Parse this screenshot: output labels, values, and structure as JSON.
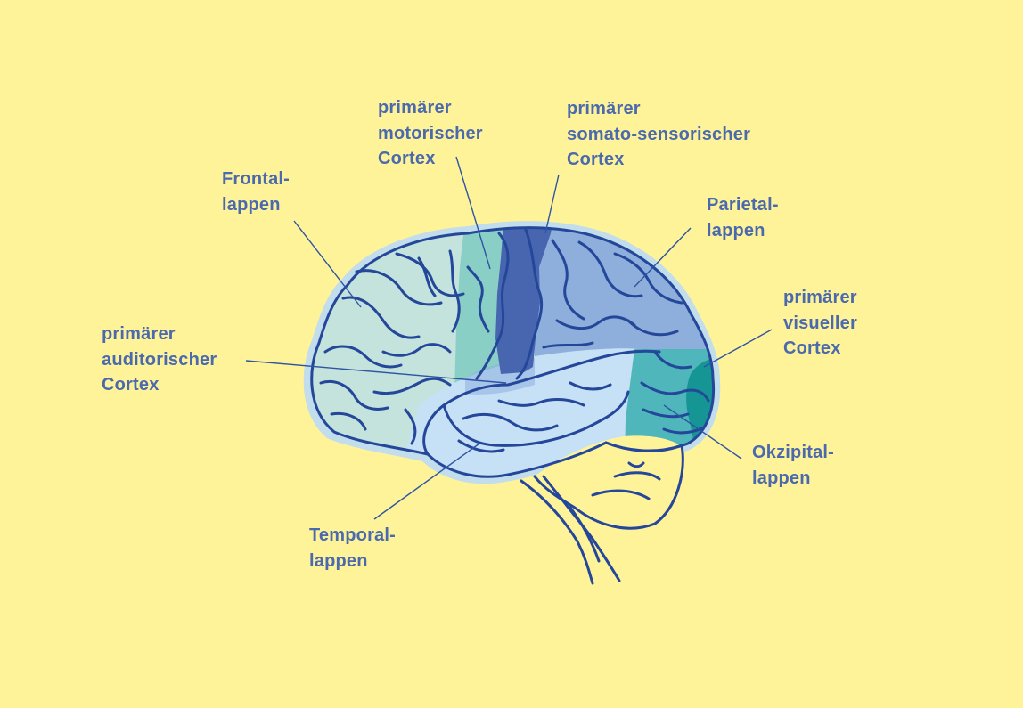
{
  "colors": {
    "background": "#FFF39A",
    "label_text": "#4A6AAD",
    "outline": "#24479A",
    "leader_line": "#2E55A3",
    "halo": "#C2DDEB",
    "frontal": "#C4E3DD",
    "motor": "#8ACFC6",
    "somatosensory": "#4866B0",
    "parietal": "#8EAEDC",
    "temporal": "#C6E0F5",
    "occipital": "#4FB7BC",
    "visual": "#169595",
    "brainstem": "#FFF39A"
  },
  "labels": {
    "motor": {
      "lines": [
        "primärer",
        "motorischer",
        "Cortex"
      ]
    },
    "somatosensory": {
      "lines": [
        "primärer",
        "somato-sensorischer",
        "Cortex"
      ]
    },
    "frontal": {
      "lines": [
        "Frontal-",
        "lappen"
      ]
    },
    "parietal": {
      "lines": [
        "Parietal-",
        "lappen"
      ]
    },
    "visual": {
      "lines": [
        "primärer",
        "visueller",
        "Cortex"
      ]
    },
    "auditory": {
      "lines": [
        "primärer",
        "auditorischer",
        "Cortex"
      ]
    },
    "occipital": {
      "lines": [
        "Okzipital-",
        "lappen"
      ]
    },
    "temporal": {
      "lines": [
        "Temporal-",
        "lappen"
      ]
    }
  }
}
